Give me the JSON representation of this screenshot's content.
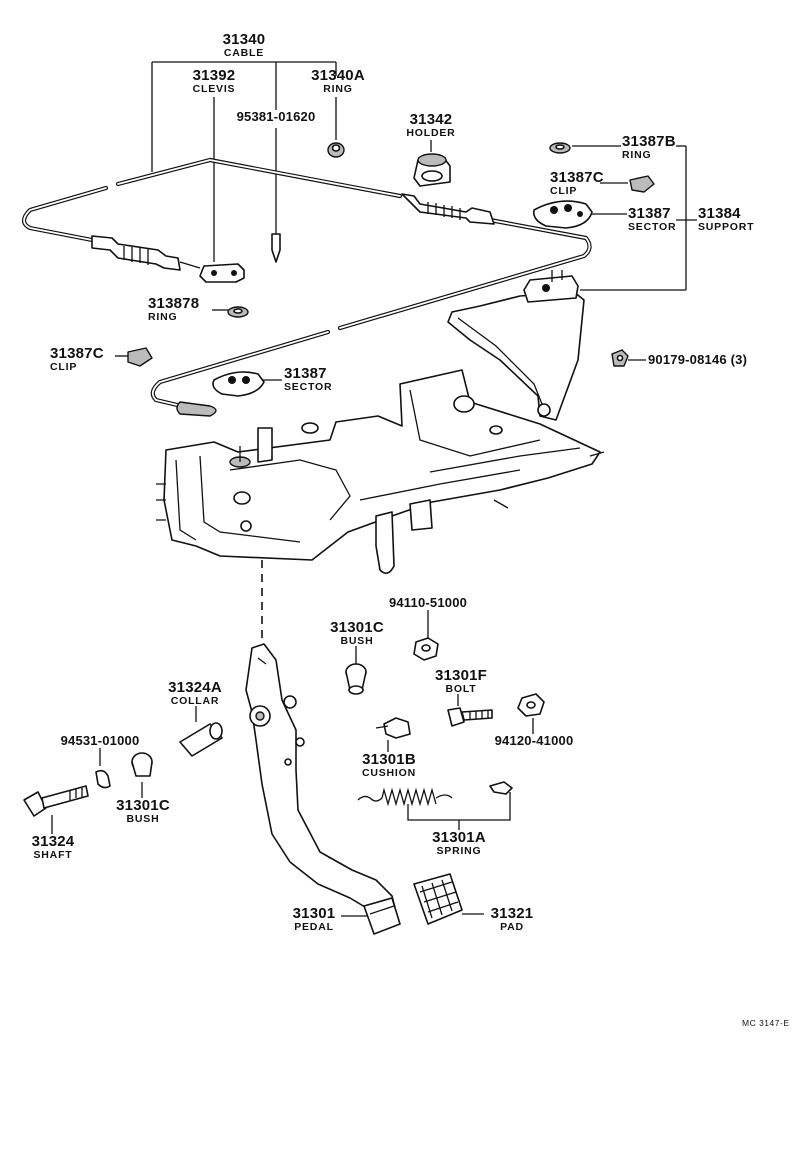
{
  "parts": {
    "p31340": {
      "num": "31340",
      "name": "CABLE"
    },
    "p31392": {
      "num": "31392",
      "name": "CLEVIS"
    },
    "p31340A": {
      "num": "31340A",
      "name": "RING"
    },
    "p95381": {
      "num": "95381-01620",
      "name": ""
    },
    "p31342": {
      "num": "31342",
      "name": "HOLDER"
    },
    "p31387B": {
      "num": "31387B",
      "name": "RING"
    },
    "p31387C_top": {
      "num": "31387C",
      "name": "CLIP"
    },
    "p31387_top": {
      "num": "31387",
      "name": "SECTOR"
    },
    "p31384": {
      "num": "31384",
      "name": "SUPPORT"
    },
    "p313878": {
      "num": "313878",
      "name": "RING"
    },
    "p31387C_left": {
      "num": "31387C",
      "name": "CLIP"
    },
    "p31387_mid": {
      "num": "31387",
      "name": "SECTOR"
    },
    "p90179": {
      "num": "90179-08146 (3)",
      "name": ""
    },
    "p94110": {
      "num": "94110-51000",
      "name": ""
    },
    "p31301C_top": {
      "num": "31301C",
      "name": "BUSH"
    },
    "p31301F": {
      "num": "31301F",
      "name": "BOLT"
    },
    "p31324A": {
      "num": "31324A",
      "name": "COLLAR"
    },
    "p94120": {
      "num": "94120-41000",
      "name": ""
    },
    "p94531": {
      "num": "94531-01000",
      "name": ""
    },
    "p31301B": {
      "num": "31301B",
      "name": "CUSHION"
    },
    "p31301C_bot": {
      "num": "31301C",
      "name": "BUSH"
    },
    "p31324": {
      "num": "31324",
      "name": "SHAFT"
    },
    "p31301A": {
      "num": "31301A",
      "name": "SPRING"
    },
    "p31301": {
      "num": "31301",
      "name": "PEDAL"
    },
    "p31321": {
      "num": "31321",
      "name": "PAD"
    }
  },
  "figure_code": "MC 3147-E"
}
